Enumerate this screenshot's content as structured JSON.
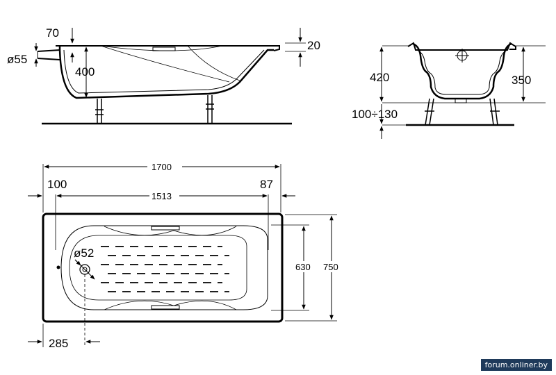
{
  "drawing": {
    "side_view": {
      "rim_height": "70",
      "overflow_diameter": "ø55",
      "depth": "400",
      "rim_thickness": "20"
    },
    "end_view": {
      "total_height": "420",
      "inner_depth": "350",
      "leg_adjust": "100÷130"
    },
    "plan_view": {
      "length": "1700",
      "left_margin": "100",
      "inner_length": "1513",
      "right_margin": "87",
      "drain_diameter": "ø52",
      "inner_width": "630",
      "width": "750",
      "drain_offset": "285"
    }
  },
  "watermark": "forum.onliner.by",
  "colors": {
    "line": "#000000",
    "watermark_bg": "#1f3a5a"
  }
}
